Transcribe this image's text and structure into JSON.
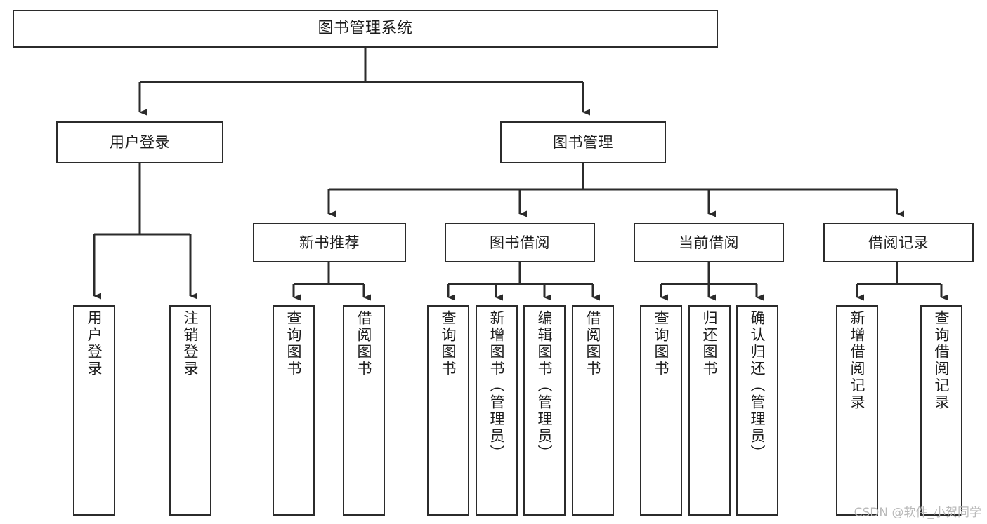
{
  "diagram": {
    "title": "图书管理系统",
    "watermark": "CSDN @软件_小贺同学",
    "edge_color": "#2b2b2b",
    "box_border_color": "#2b2b2b",
    "background_color": "#ffffff",
    "text_color": "#1c1c1c"
  },
  "nodes": {
    "root": {
      "label": "图书管理系统"
    },
    "level2": [
      {
        "label": "用户登录"
      },
      {
        "label": "图书管理"
      }
    ],
    "level3": [
      {
        "label": "新书推荐"
      },
      {
        "label": "图书借阅"
      },
      {
        "label": "当前借阅"
      },
      {
        "label": "借阅记录"
      }
    ],
    "leaves": {
      "user_login": [
        {
          "label": "用户登录"
        },
        {
          "label": "注销登录"
        }
      ],
      "new_book": [
        {
          "label": "查询图书"
        },
        {
          "label": "借阅图书"
        }
      ],
      "book_borrow": [
        {
          "label": "查询图书"
        },
        {
          "label": "新增图书（管理员）"
        },
        {
          "label": "编辑图书（管理员）"
        },
        {
          "label": "借阅图书"
        }
      ],
      "current_borrow": [
        {
          "label": "查询图书"
        },
        {
          "label": "归还图书"
        },
        {
          "label": "确认归还（管理员）"
        }
      ],
      "borrow_record": [
        {
          "label": "新增借阅记录"
        },
        {
          "label": "查询借阅记录"
        }
      ]
    }
  }
}
